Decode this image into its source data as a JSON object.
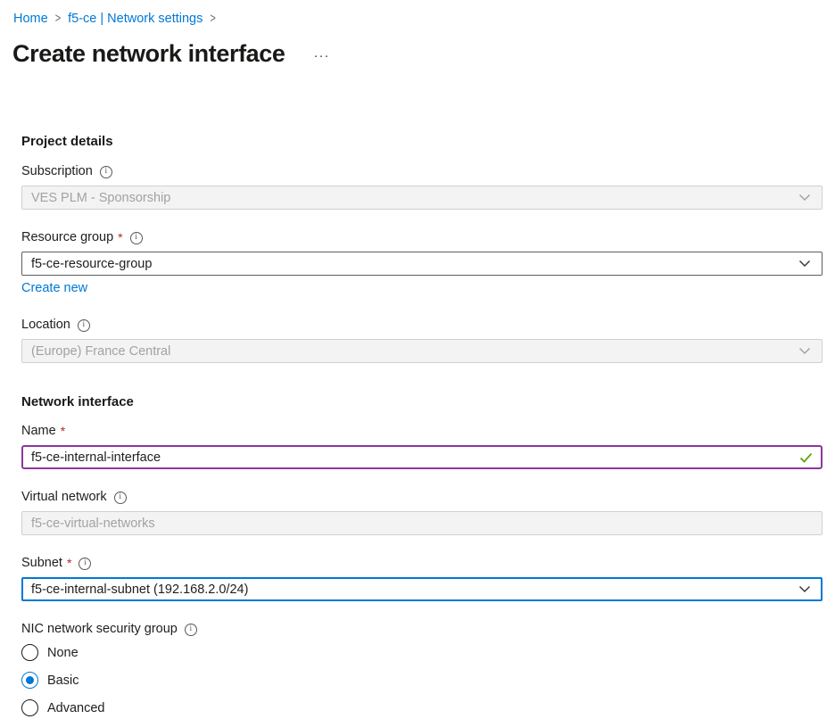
{
  "breadcrumb": {
    "separator": ">",
    "items": [
      {
        "label": "Home"
      },
      {
        "label": "f5-ce | Network settings"
      }
    ]
  },
  "header": {
    "title": "Create network interface",
    "more_label": "···"
  },
  "sections": {
    "project_details": {
      "heading": "Project details",
      "subscription": {
        "label": "Subscription",
        "value": "VES PLM - Sponsorship",
        "state": "disabled"
      },
      "resource_group": {
        "label": "Resource group",
        "required_marker": "*",
        "value": "f5-ce-resource-group",
        "create_new_label": "Create new"
      },
      "location": {
        "label": "Location",
        "value": "(Europe) France Central",
        "state": "disabled"
      }
    },
    "network_interface": {
      "heading": "Network interface",
      "name": {
        "label": "Name",
        "required_marker": "*",
        "value": "f5-ce-internal-interface",
        "validation": "valid"
      },
      "virtual_network": {
        "label": "Virtual network",
        "value": "f5-ce-virtual-networks",
        "state": "disabled"
      },
      "subnet": {
        "label": "Subnet",
        "required_marker": "*",
        "value": "f5-ce-internal-subnet (192.168.2.0/24)"
      },
      "nic_nsg": {
        "label": "NIC network security group",
        "options": [
          {
            "label": "None",
            "selected": false
          },
          {
            "label": "Basic",
            "selected": true
          },
          {
            "label": "Advanced",
            "selected": false
          }
        ]
      }
    }
  },
  "colors": {
    "link_blue": "#0078d4",
    "focus_purple": "#8c37a0",
    "focus_blue": "#0078d4",
    "valid_green": "#57a300",
    "required_red": "#b4272c",
    "disabled_bg": "#f3f3f3"
  }
}
